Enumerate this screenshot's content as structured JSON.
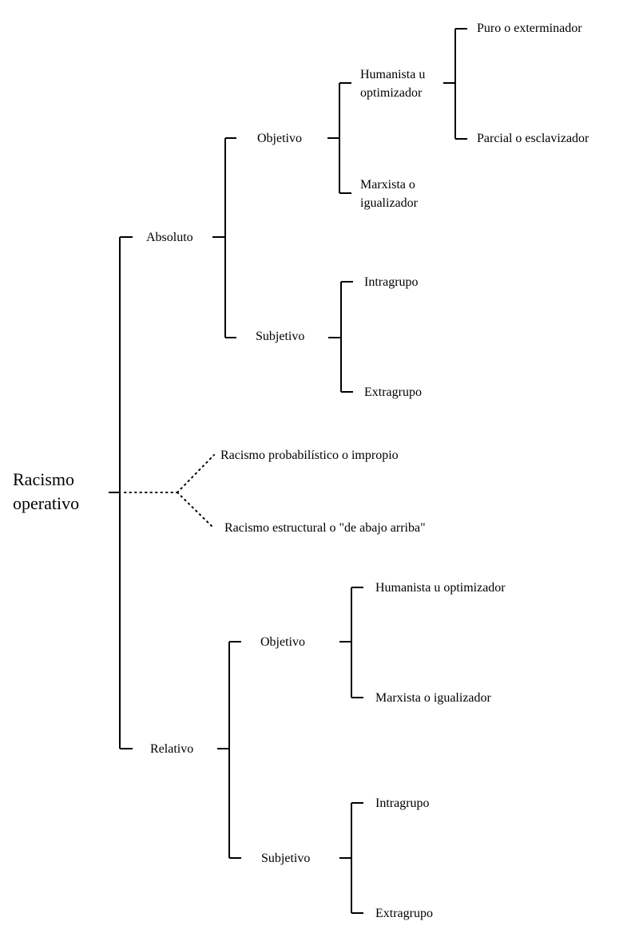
{
  "root": {
    "line1": "Racismo",
    "line2": "operativo"
  },
  "absoluto": {
    "label": "Absoluto",
    "objetivo": {
      "label": "Objetivo",
      "humanista": {
        "line1": "Humanista u",
        "line2": "optimizador"
      },
      "puro": "Puro o exterminador",
      "parcial": "Parcial o esclavizador",
      "marxista": {
        "line1": "Marxista o",
        "line2": "igualizador"
      }
    },
    "subjetivo": {
      "label": "Subjetivo",
      "intragrupo": "Intragrupo",
      "extragrupo": "Extragrupo"
    }
  },
  "improper": {
    "probabilistico": "Racismo probabilístico o impropio",
    "estructural": "Racismo estructural o \"de abajo arriba\""
  },
  "relativo": {
    "label": "Relativo",
    "objetivo": {
      "label": "Objetivo",
      "humanista": "Humanista u optimizador",
      "marxista": "Marxista o igualizador"
    },
    "subjetivo": {
      "label": "Subjetivo",
      "intragrupo": "Intragrupo",
      "extragrupo": "Extragrupo"
    }
  },
  "colors": {
    "line": "#000000",
    "text": "#000000",
    "background": "#ffffff"
  }
}
